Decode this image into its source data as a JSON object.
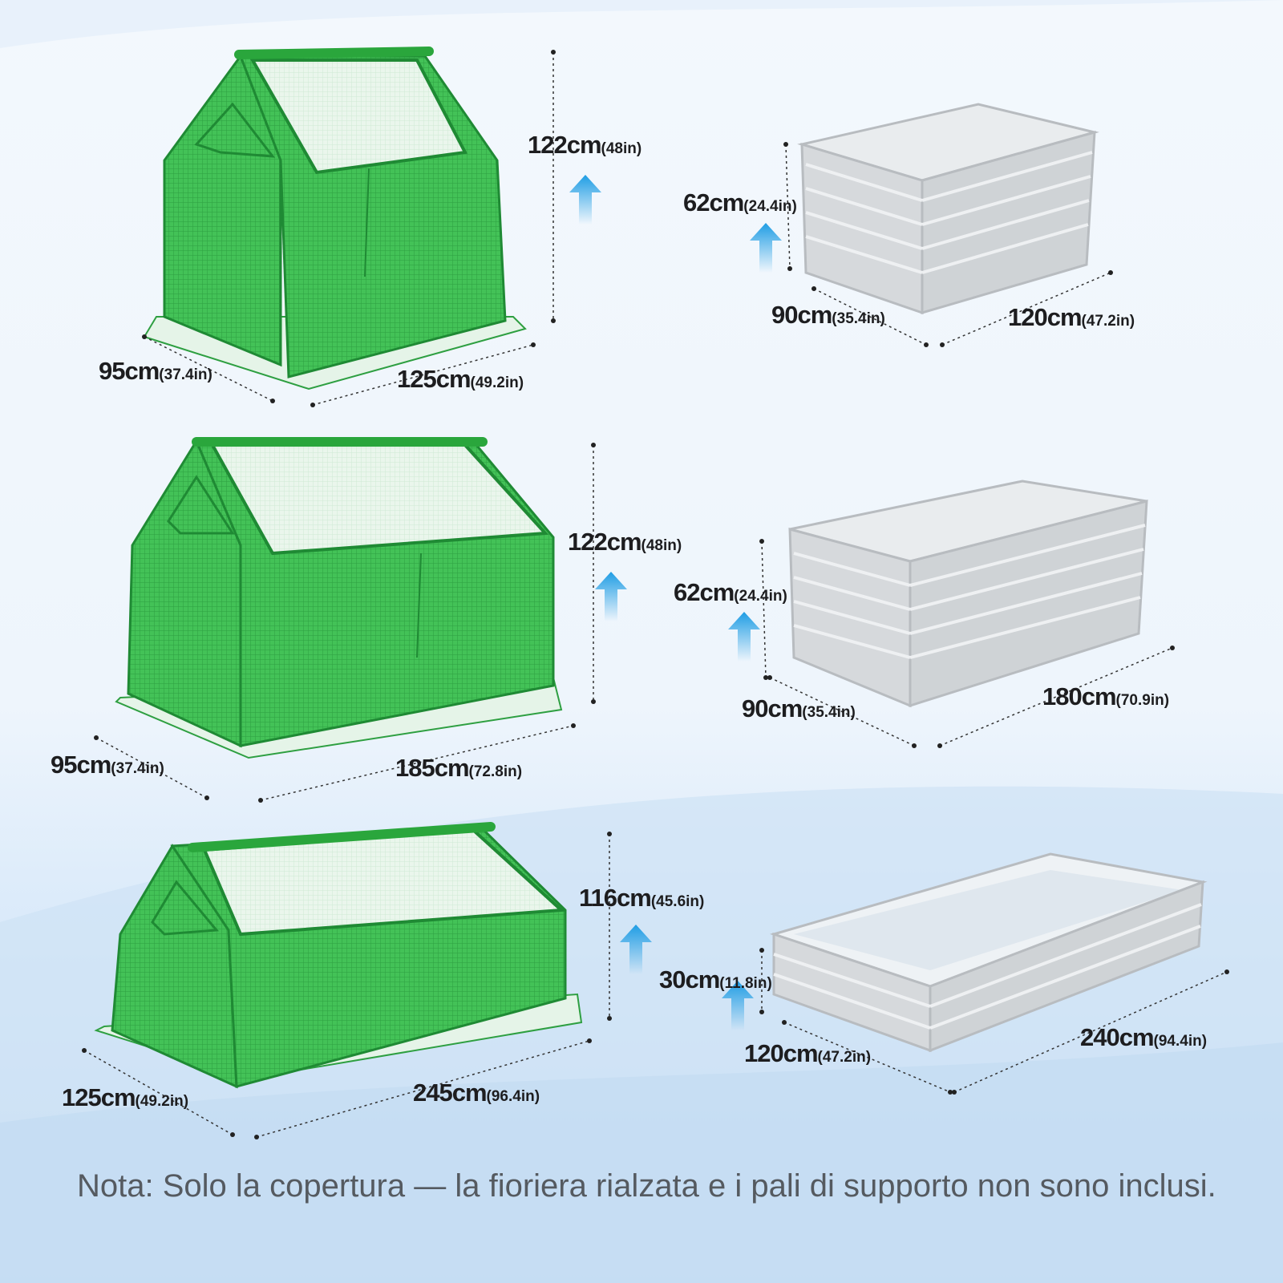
{
  "rows": [
    {
      "cover": {
        "height": "122cm",
        "height_in": "(48in)",
        "depth": "95cm",
        "depth_in": "(37.4in)",
        "length": "125cm",
        "length_in": "(49.2in)"
      },
      "planter": {
        "height": "62cm",
        "height_in": "(24.4in)",
        "depth": "90cm",
        "depth_in": "(35.4in)",
        "length": "120cm",
        "length_in": "(47.2in)"
      }
    },
    {
      "cover": {
        "height": "122cm",
        "height_in": "(48in)",
        "depth": "95cm",
        "depth_in": "(37.4in)",
        "length": "185cm",
        "length_in": "(72.8in)"
      },
      "planter": {
        "height": "62cm",
        "height_in": "(24.4in)",
        "depth": "90cm",
        "depth_in": "(35.4in)",
        "length": "180cm",
        "length_in": "(70.9in)"
      }
    },
    {
      "cover": {
        "height": "116cm",
        "height_in": "(45.6in)",
        "depth": "125cm",
        "depth_in": "(49.2in)",
        "length": "245cm",
        "length_in": "(96.4in)"
      },
      "planter": {
        "height": "30cm",
        "height_in": "(11.8in)",
        "depth": "120cm",
        "depth_in": "(47.2in)",
        "length": "240cm",
        "length_in": "(94.4in)"
      }
    }
  ],
  "note": "Nota: Solo la copertura — la fioriera rialzata e i pali di supporto non sono inclusi.",
  "colors": {
    "cover_green": "#3dbb4e",
    "frame_green": "#1f8a34",
    "planter_grey": "#cfd3d6",
    "arrow_blue": "#2aa7e8",
    "text": "#1d1d1f",
    "note_text": "#555a60"
  },
  "icons": [
    "up-arrow-icon",
    "greenhouse-cover-illustration",
    "raised-planter-illustration"
  ]
}
